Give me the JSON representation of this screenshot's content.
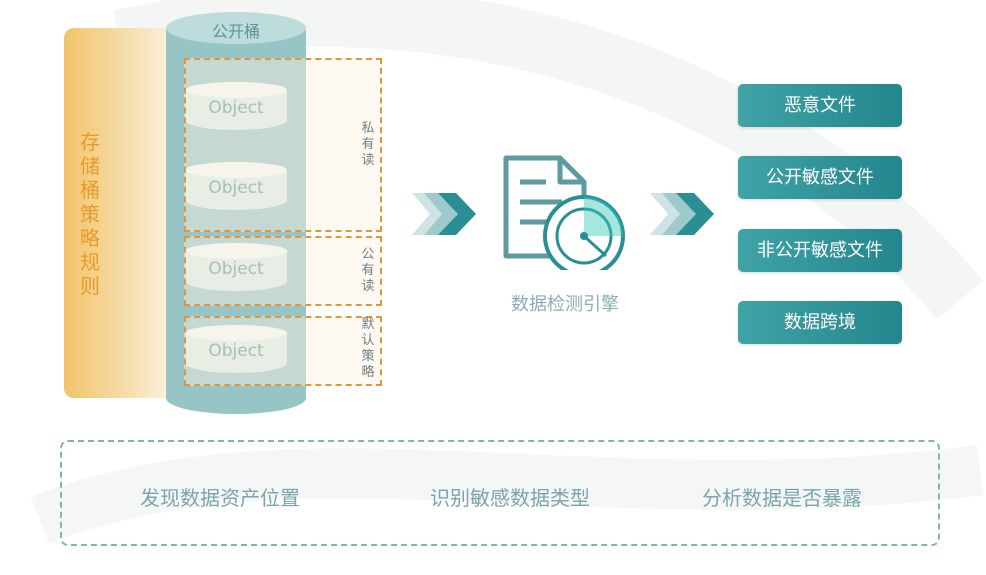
{
  "storage_policy": {
    "rules_label": "存储桶策略规则",
    "bucket_title": "公开桶",
    "objects": [
      "Object",
      "Object",
      "Object",
      "Object"
    ],
    "policies": [
      {
        "label": "私有读"
      },
      {
        "label": "公有读"
      },
      {
        "label": "默认策略"
      }
    ]
  },
  "engine": {
    "label": "数据检测引擎",
    "icon": "document-radar-icon"
  },
  "results": [
    "恶意文件",
    "公开敏感文件",
    "非公开敏感文件",
    "数据跨境"
  ],
  "goals": [
    "发现数据资产位置",
    "识别敏感数据类型",
    "分析数据是否暴露"
  ],
  "colors": {
    "teal": "#2a8f95",
    "orange_dashed": "#e2953a",
    "rules_gradient_start": "#f2c46a",
    "cylinder": "#97c5c6"
  }
}
